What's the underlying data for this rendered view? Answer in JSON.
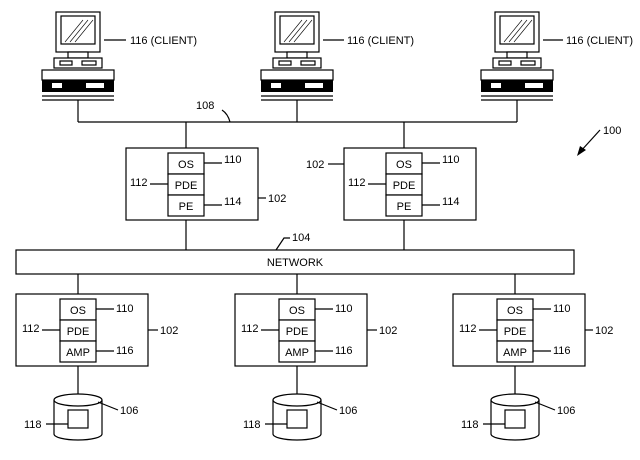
{
  "figure_ref": "100",
  "lan_ref": "108",
  "clients": [
    {
      "label": "116 (CLIENT)"
    },
    {
      "label": "116 (CLIENT)"
    },
    {
      "label": "116 (CLIENT)"
    }
  ],
  "network": {
    "label": "NETWORK",
    "ref": "104"
  },
  "pe_nodes": [
    {
      "node_ref": "102",
      "stack": [
        "OS",
        "PDE",
        "PE"
      ],
      "refs": {
        "os": "110",
        "pde": "112",
        "module": "114"
      }
    },
    {
      "node_ref": "102",
      "stack": [
        "OS",
        "PDE",
        "PE"
      ],
      "refs": {
        "os": "110",
        "pde": "112",
        "module": "114"
      }
    }
  ],
  "amp_nodes": [
    {
      "node_ref": "102",
      "stack": [
        "OS",
        "PDE",
        "AMP"
      ],
      "refs": {
        "os": "110",
        "pde": "112",
        "module": "116"
      },
      "disk_ref": "106",
      "disk_inner_ref": "118"
    },
    {
      "node_ref": "102",
      "stack": [
        "OS",
        "PDE",
        "AMP"
      ],
      "refs": {
        "os": "110",
        "pde": "112",
        "module": "116"
      },
      "disk_ref": "106",
      "disk_inner_ref": "118"
    },
    {
      "node_ref": "102",
      "stack": [
        "OS",
        "PDE",
        "AMP"
      ],
      "refs": {
        "os": "110",
        "pde": "112",
        "module": "116"
      },
      "disk_ref": "106",
      "disk_inner_ref": "118"
    }
  ]
}
